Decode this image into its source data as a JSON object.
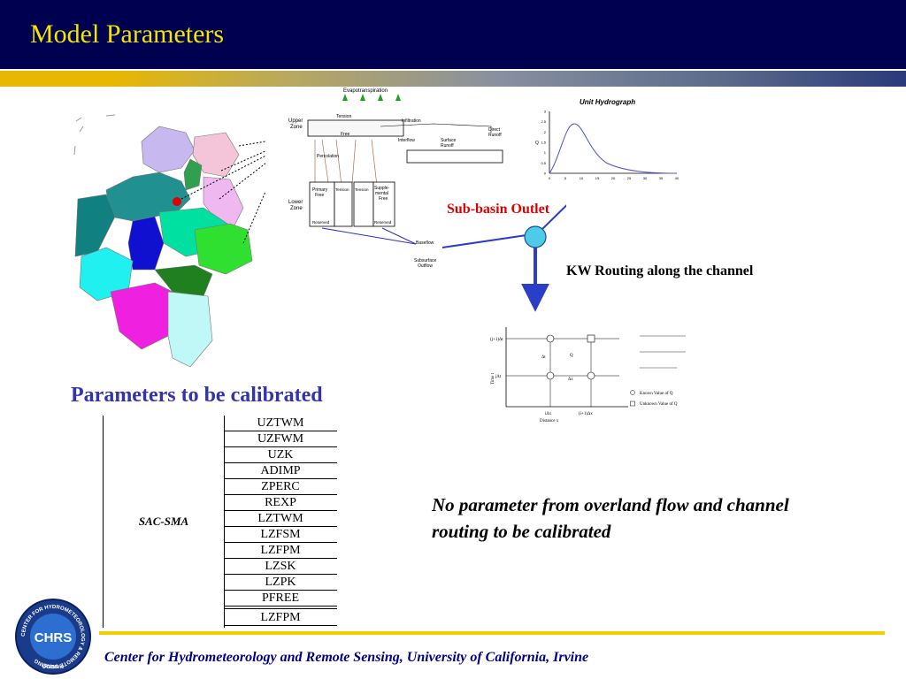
{
  "slide": {
    "title": "Model Parameters"
  },
  "sma_diagram": {
    "evapotranspiration": "Evapotranspiration",
    "upper": "Upper",
    "zone": "Zone",
    "tension": "Tension",
    "free": "Free",
    "infiltration": "Infiltration",
    "direct": "Direct",
    "runoff": "Runoff",
    "interflow": "Interflow",
    "surface": "Surface",
    "percolation": "Percolation",
    "primary": "Primary",
    "lower": "Lower",
    "supple": "Supple-",
    "mental": "mental",
    "reserved": "Reserved",
    "baseflow": "Baseflow",
    "subsurface": "Subsurface",
    "outflow": "Outflow"
  },
  "unit_hydrograph": {
    "title": "Unit Hydrograph",
    "ylabel": "Q",
    "x_ticks": [
      "0",
      "5",
      "10",
      "15",
      "20",
      "25",
      "30",
      "35",
      "40"
    ],
    "y_ticks": [
      "0",
      "0.5",
      "1",
      "1.5",
      "2",
      "2.5",
      "3"
    ]
  },
  "labels": {
    "subbasin_outlet": "Sub-basin Outlet",
    "kw_routing": "KW Routing along the channel"
  },
  "kw_diagram": {
    "y_axis": "Time t",
    "x_axis": "Distance x",
    "t_next": "(j+1)Δt",
    "t_now": "jΔt",
    "x_now": "iΔx",
    "x_next": "(i+1)Δx",
    "dt": "Δt",
    "dx": "Δx",
    "q": "Q",
    "known": "Known Value of Q",
    "unknown": "Unknown Value of Q"
  },
  "parameters": {
    "heading": "Parameters to be calibrated",
    "model": "SAC-SMA",
    "list": [
      "UZTWM",
      "UZFWM",
      "UZK",
      "ADIMP",
      "ZPERC",
      "REXP",
      "LZTWM",
      "LZFSM",
      "LZFPM",
      "LZSK",
      "LZPK",
      "PFREE",
      "LZFPM"
    ]
  },
  "note": {
    "text": "No parameter from overland flow and channel routing to be calibrated"
  },
  "footer": {
    "text": "Center for Hydrometeorology and Remote Sensing, University of California, Irvine"
  },
  "logo": {
    "abbr": "CHRS",
    "ring_text": "CENTER FOR HYDROMETEOROLOGY & REMOTE SENSING",
    "org": "UCIrvine"
  },
  "colors": {
    "header_bg": "#000050",
    "title": "#f2e600",
    "accent_gold": "#f2d000",
    "heading_blue": "#3333aa",
    "outlet_red": "#e00000",
    "footer_text": "#000080"
  }
}
